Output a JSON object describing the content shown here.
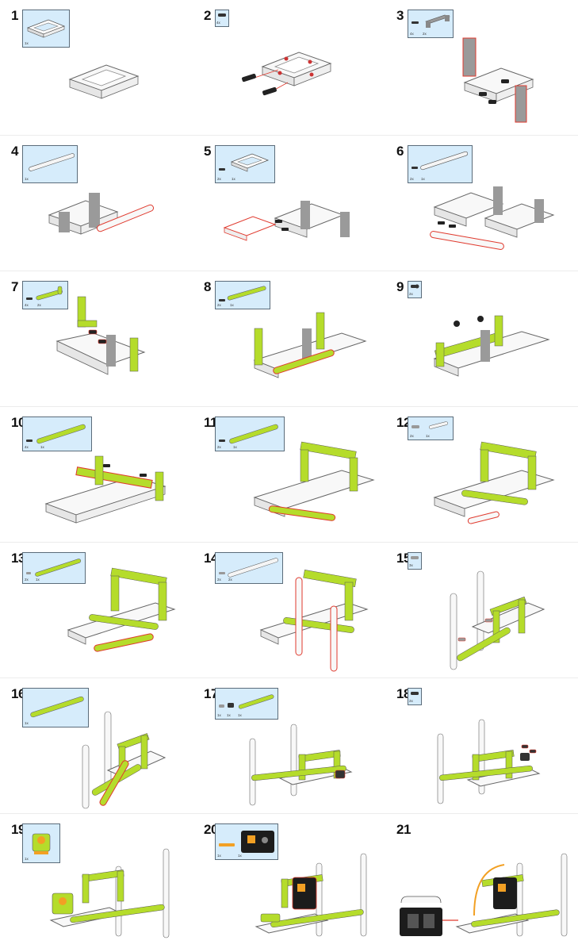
{
  "colors": {
    "parts_box_bg": "#d6ecfb",
    "parts_box_border": "#5b6c7a",
    "beam_green": "#b5dc2b",
    "frame_white": "#f5f5f5",
    "connector_gray": "#9e9e9e",
    "pin_black": "#222222",
    "highlight_red": "#e03a2e",
    "battery_black": "#1c1c1c",
    "motor_orange": "#f2a024"
  },
  "steps": [
    {
      "number": "1",
      "qty": [
        "1x"
      ]
    },
    {
      "number": "2",
      "qty": [
        "4x"
      ]
    },
    {
      "number": "3",
      "qty": [
        "4x",
        "2x"
      ]
    },
    {
      "number": "4",
      "qty": [
        "1x"
      ]
    },
    {
      "number": "5",
      "qty": [
        "2x",
        "1x"
      ]
    },
    {
      "number": "6",
      "qty": [
        "2x",
        "1x"
      ]
    },
    {
      "number": "7",
      "qty": [
        "4x",
        "2x"
      ]
    },
    {
      "number": "8",
      "qty": [
        "2x",
        "1x"
      ]
    },
    {
      "number": "9",
      "qty": [
        "2x"
      ]
    },
    {
      "number": "10",
      "qty": [
        "4x",
        "1x"
      ]
    },
    {
      "number": "11",
      "qty": [
        "2x",
        "1x"
      ]
    },
    {
      "number": "12",
      "qty": [
        "2x",
        "1x"
      ]
    },
    {
      "number": "13",
      "qty": [
        "2x",
        "1x"
      ]
    },
    {
      "number": "14",
      "qty": [
        "2x",
        "2x"
      ]
    },
    {
      "number": "15",
      "qty": [
        "3x"
      ]
    },
    {
      "number": "16",
      "qty": [
        "1x"
      ]
    },
    {
      "number": "17",
      "qty": [
        "1x",
        "1x",
        "1x"
      ]
    },
    {
      "number": "18",
      "qty": [
        "2x"
      ]
    },
    {
      "number": "19",
      "qty": [
        "1x"
      ]
    },
    {
      "number": "20",
      "qty": [
        "1x",
        "1x"
      ]
    },
    {
      "number": "21",
      "qty": []
    }
  ]
}
